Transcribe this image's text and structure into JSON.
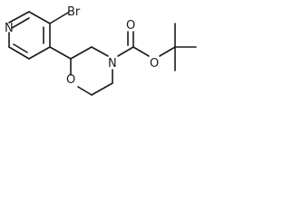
{
  "molecule": {
    "atoms": {
      "n_pyridine": "N",
      "br": "Br",
      "o_ring": "O",
      "n_ring": "N",
      "o_carbonyl": "O",
      "o_ester": "O"
    }
  }
}
